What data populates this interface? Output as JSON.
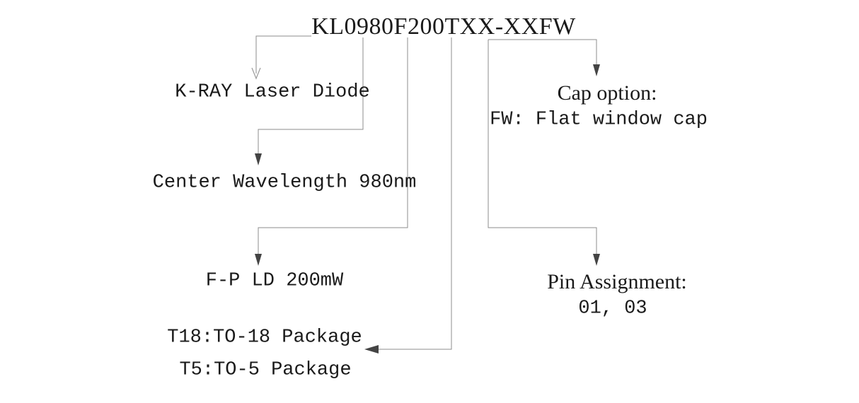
{
  "diagram": {
    "part_number": "KL0980F200TXX-XXFW",
    "series_label": "K-RAY Laser Diode",
    "wavelength_label": "Center Wavelength 980nm",
    "power_label": "F-P LD 200mW",
    "package_line1": "T18:TO-18 Package",
    "package_line2": "T5:TO-5 Package",
    "cap_option_title": "Cap option:",
    "cap_option_value": "FW: Flat window cap",
    "pin_title": "Pin Assignment:",
    "pin_value": "01, 03",
    "colors": {
      "background": "#ffffff",
      "text": "#1a1a1a",
      "line": "#8c8c8c",
      "arrow": "#444444"
    }
  }
}
